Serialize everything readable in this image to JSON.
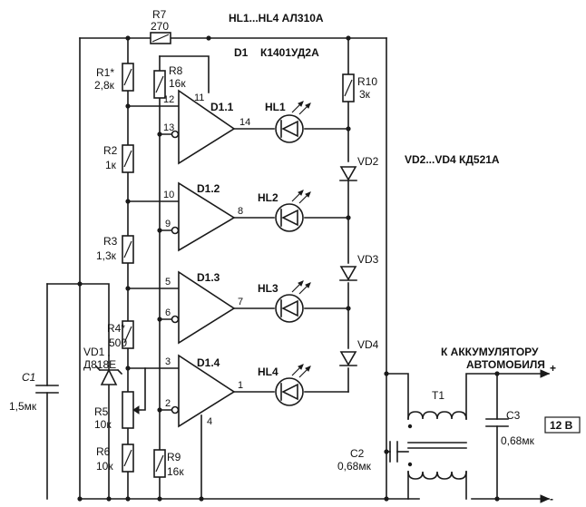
{
  "labels": {
    "r7": "R7",
    "r7v": "270",
    "hl_type": "HL1...HL4  АЛ310А",
    "d1": "D1",
    "d1_type": "К1401УД2А",
    "r1": "R1*",
    "r1v": "2,8к",
    "r8": "R8",
    "r8v": "16к",
    "r2": "R2",
    "r2v": "1к",
    "r3": "R3",
    "r3v": "1,3к",
    "r4": "R4*",
    "r4v": "500",
    "r5": "R5",
    "r5v": "10к",
    "r6": "R6",
    "r6v": "10к",
    "r9": "R9",
    "r9v": "16к",
    "r10": "R10",
    "r10v": "3к",
    "vd1": "VD1",
    "vd1v": "Д818Е",
    "c1": "C1",
    "c1v": "1,5мк",
    "c2": "C2",
    "c2v": "0,68мк",
    "c3": "C3",
    "c3v": "0,68мк",
    "t1": "T1",
    "d11": "D1.1",
    "d12": "D1.2",
    "d13": "D1.3",
    "d14": "D1.4",
    "hl1": "HL1",
    "hl2": "HL2",
    "hl3": "HL3",
    "hl4": "HL4",
    "vd2": "VD2",
    "vd3": "VD3",
    "vd4": "VD4",
    "vd_type": "VD2...VD4  КД521А",
    "battery_1": "К АККУМУЛЯТОРУ",
    "battery_2": "АВТОМОБИЛЯ",
    "plus": "+",
    "minus": "-",
    "voltage": "12 В"
  },
  "pins": {
    "p11": "11",
    "p12": "12",
    "p13": "13",
    "p14": "14",
    "p10": "10",
    "p9": "9",
    "p8": "8",
    "p5": "5",
    "p6": "6",
    "p7": "7",
    "p3": "3",
    "p2": "2",
    "p1": "1",
    "p4": "4"
  }
}
